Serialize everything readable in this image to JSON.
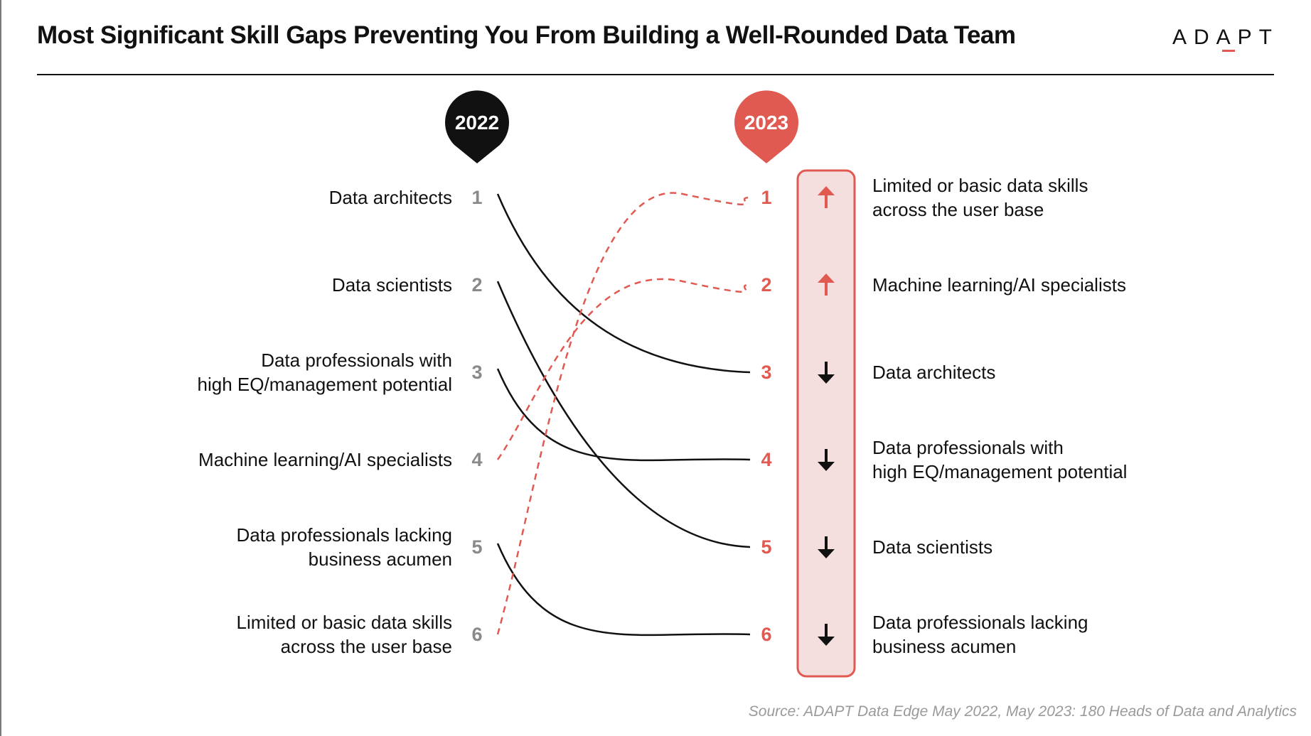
{
  "header": {
    "title": "Most Significant Skill Gaps Preventing You From Building a Well-Rounded Data Team",
    "logo": "ADAPT"
  },
  "colors": {
    "accent": "#e05a52",
    "accent_light": "#f5dede",
    "dark": "#111111",
    "rank_gray": "#8a8a8a",
    "source_gray": "#9a9a9a"
  },
  "chart_data": {
    "type": "slope",
    "columns": [
      "2022",
      "2023"
    ],
    "ranks": [
      1,
      2,
      3,
      4,
      5,
      6
    ],
    "left_labels": [
      [
        "Data architects"
      ],
      [
        "Data scientists"
      ],
      [
        "Data professionals with",
        "high EQ/management potential"
      ],
      [
        "Machine learning/AI specialists"
      ],
      [
        "Data professionals lacking",
        "business acumen"
      ],
      [
        "Limited or basic data skills",
        "across the user base"
      ]
    ],
    "right_labels": [
      [
        "Limited or basic data skills",
        "across the user base"
      ],
      [
        "Machine learning/AI specialists"
      ],
      [
        "Data architects"
      ],
      [
        "Data professionals with",
        "high EQ/management potential"
      ],
      [
        "Data scientists"
      ],
      [
        "Data professionals lacking",
        "business acumen"
      ]
    ],
    "movements": [
      {
        "item": "Data architects",
        "rank_2022": 1,
        "rank_2023": 3,
        "style": "solid"
      },
      {
        "item": "Data scientists",
        "rank_2022": 2,
        "rank_2023": 5,
        "style": "solid"
      },
      {
        "item": "Data professionals with high EQ/management potential",
        "rank_2022": 3,
        "rank_2023": 4,
        "style": "solid"
      },
      {
        "item": "Machine learning/AI specialists",
        "rank_2022": 4,
        "rank_2023": 2,
        "style": "dashed"
      },
      {
        "item": "Data professionals lacking business acumen",
        "rank_2022": 5,
        "rank_2023": 6,
        "style": "solid"
      },
      {
        "item": "Limited or basic data skills across the user base",
        "rank_2022": 6,
        "rank_2023": 1,
        "style": "dashed"
      }
    ],
    "arrows_2023": [
      "up",
      "up",
      "down",
      "down",
      "down",
      "down"
    ]
  },
  "footer": {
    "source": "Source: ADAPT Data Edge May 2022, May 2023: 180 Heads of Data and Analytics"
  }
}
